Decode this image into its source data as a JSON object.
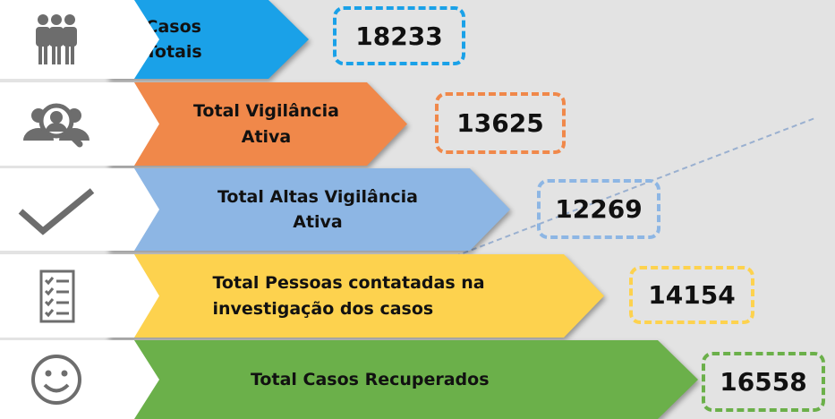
{
  "rows": [
    {
      "label": "Casos Totais",
      "value": "18233",
      "color": "#1aa1e8",
      "icon": "people-group-icon"
    },
    {
      "label": "Total Vigilância Ativa",
      "value": "13625",
      "color": "#f0884a",
      "icon": "person-search-icon"
    },
    {
      "label": "Total Altas Vigilância Ativa",
      "value": "12269",
      "color": "#8db6e4",
      "icon": "checkmark-icon"
    },
    {
      "label": "Total Pessoas contatadas na investigação dos casos",
      "value": "14154",
      "color": "#fdd24e",
      "icon": "checklist-icon"
    },
    {
      "label": "Total Casos Recuperados",
      "value": "16558",
      "color": "#6bb04a",
      "icon": "smiley-icon"
    }
  ]
}
